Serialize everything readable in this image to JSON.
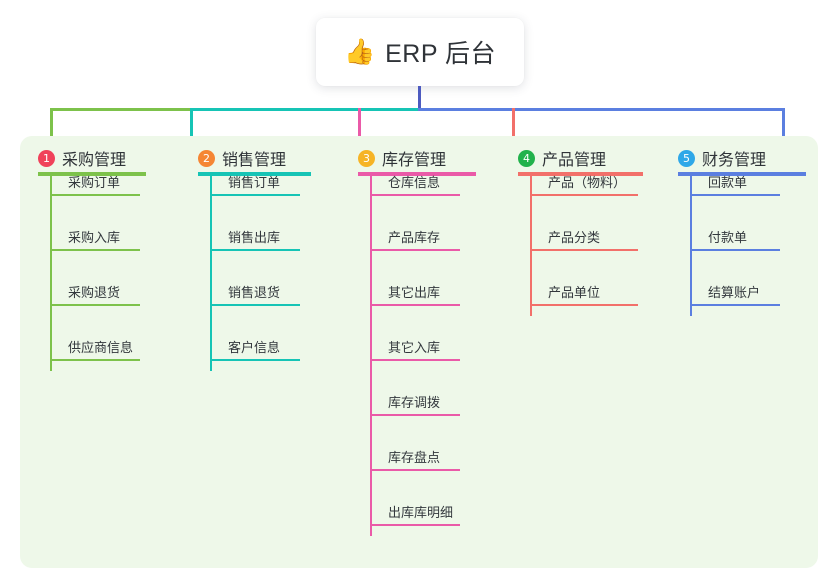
{
  "root": {
    "emoji": "👍",
    "emoji_name": "thumbs-up-icon",
    "title": "ERP 后台"
  },
  "palette": {
    "panel_bg": "#eef8e9",
    "root_stem": "#4d5bc0",
    "col1": "#7dc24b",
    "col2": "#16c4b5",
    "col3": "#ea5aa8",
    "col4": "#f2706a",
    "col5": "#5b7fe0",
    "badge1": "#f0425a",
    "badge2": "#f58634",
    "badge3": "#f6b426",
    "badge4": "#22b24c",
    "badge5": "#2fa8e8"
  },
  "columns": [
    {
      "index": "1",
      "title": "采购管理",
      "badge_color": "#f0425a",
      "line_color": "#7dc24b",
      "items": [
        "采购订单",
        "采购入库",
        "采购退货",
        "供应商信息"
      ]
    },
    {
      "index": "2",
      "title": "销售管理",
      "badge_color": "#f58634",
      "line_color": "#16c4b5",
      "items": [
        "销售订单",
        "销售出库",
        "销售退货",
        "客户信息"
      ]
    },
    {
      "index": "3",
      "title": "库存管理",
      "badge_color": "#f6b426",
      "line_color": "#ea5aa8",
      "items": [
        "仓库信息",
        "产品库存",
        "其它出库",
        "其它入库",
        "库存调拨",
        "库存盘点",
        "出库库明细"
      ]
    },
    {
      "index": "4",
      "title": "产品管理",
      "badge_color": "#22b24c",
      "line_color": "#f2706a",
      "items": [
        "产品（物料）",
        "产品分类",
        "产品单位"
      ]
    },
    {
      "index": "5",
      "title": "财务管理",
      "badge_color": "#2fa8e8",
      "line_color": "#5b7fe0",
      "items": [
        "回款单",
        "付款单",
        "结算账户"
      ]
    }
  ]
}
